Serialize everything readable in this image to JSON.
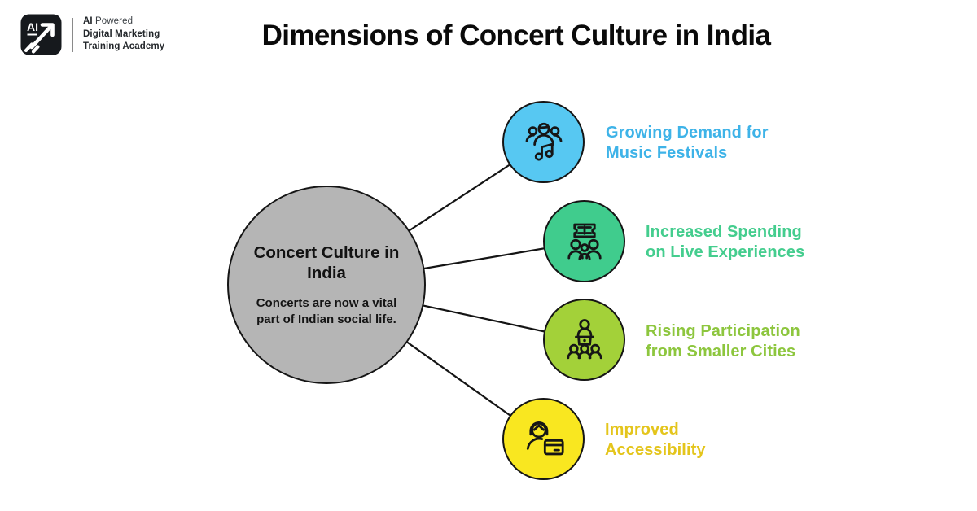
{
  "header": {
    "logo": {
      "badge_text": "AI",
      "tagline_bold": "AI",
      "tagline_rest": " Powered",
      "line2": "Digital Marketing",
      "line3": "Training Academy"
    },
    "title": "Dimensions of Concert Culture in India"
  },
  "diagram": {
    "line_color": "#141414",
    "center": {
      "title": "Concert Culture in India",
      "subtitle": "Concerts are now a vital part of Indian social life.",
      "fill": "#b5b5b5"
    },
    "nodes": [
      {
        "label": "Growing Demand for Music Festivals",
        "icon": "crowd-music-icon",
        "circle_color": "#57c8f2",
        "label_color": "#3eb3e8"
      },
      {
        "label": "Increased Spending on Live Experiences",
        "icon": "ticket-crowd-icon",
        "circle_color": "#40cc8d",
        "label_color": "#44cd8e"
      },
      {
        "label": "Rising Participation from Smaller Cities",
        "icon": "podium-audience-icon",
        "circle_color": "#a3d139",
        "label_color": "#8dc63e"
      },
      {
        "label": "Improved Accessibility",
        "icon": "person-card-icon",
        "circle_color": "#f9e720",
        "label_color": "#e4c51c"
      }
    ]
  }
}
